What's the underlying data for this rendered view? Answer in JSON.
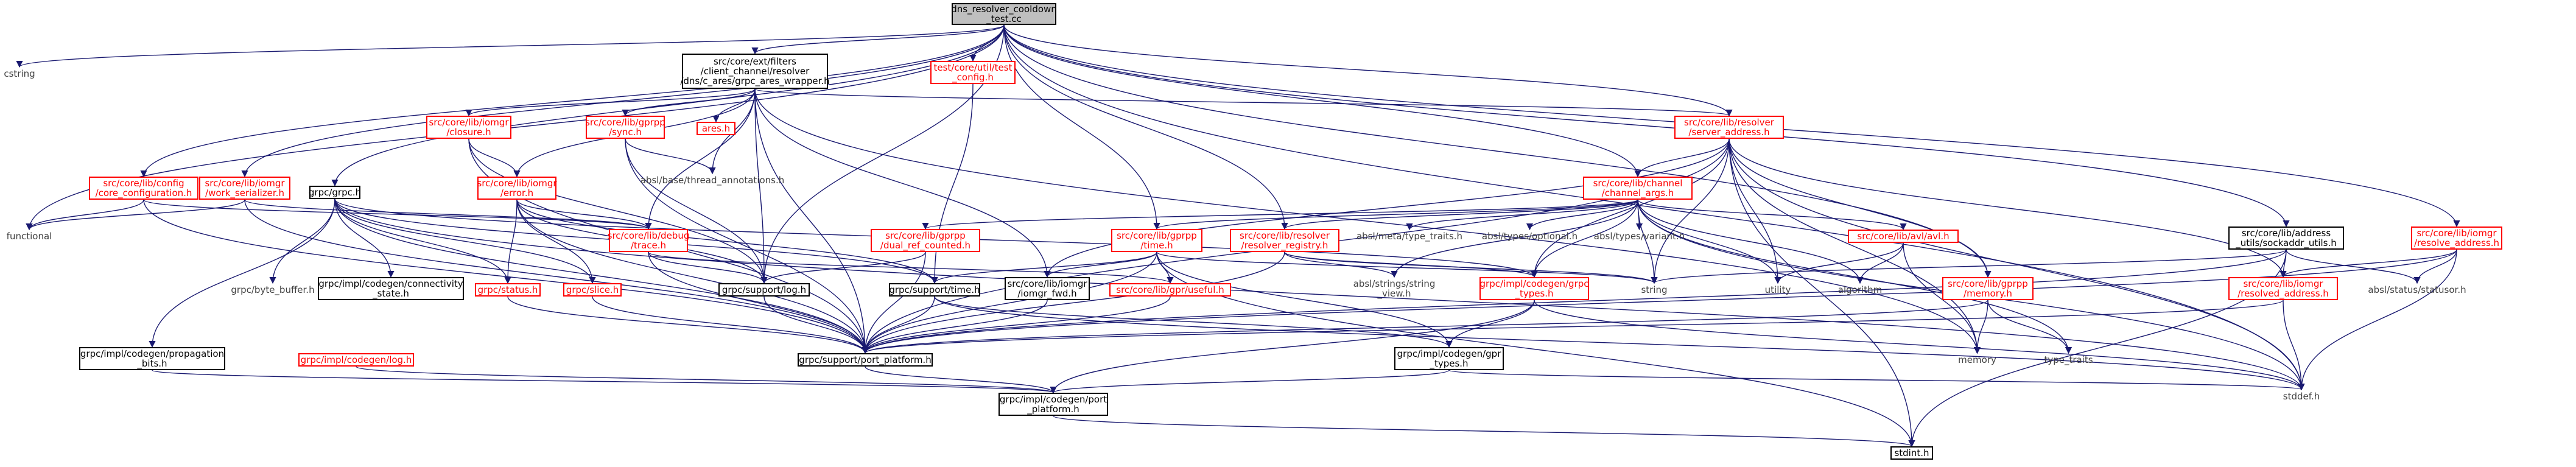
{
  "nodes": [
    {
      "id": "root",
      "label": "dns_resolver_cooldown\n_test.cc",
      "style": "root"
    },
    {
      "id": "cstring",
      "label": "cstring",
      "style": "plain"
    },
    {
      "id": "grpc_ares",
      "label": "src/core/ext/filters\n/client_channel/resolver\n/dns/c_ares/grpc_ares_wrapper.h",
      "style": "black"
    },
    {
      "id": "test_config",
      "label": "test/core/util/test\n_config.h",
      "style": "red"
    },
    {
      "id": "server_address",
      "label": "src/core/lib/resolver\n/server_address.h",
      "style": "red"
    },
    {
      "id": "grpc_h",
      "label": "grpc/grpc.h",
      "style": "black"
    },
    {
      "id": "closure",
      "label": "src/core/lib/iomgr\n/closure.h",
      "style": "red"
    },
    {
      "id": "sync",
      "label": "src/core/lib/gprpp\n/sync.h",
      "style": "red"
    },
    {
      "id": "ares_h",
      "label": "ares.h",
      "style": "red"
    },
    {
      "id": "thread_annotations",
      "label": "absl/base/thread_annotations.h",
      "style": "plain"
    },
    {
      "id": "channel_args",
      "label": "src/core/lib/channel\n/channel_args.h",
      "style": "red"
    },
    {
      "id": "core_configuration",
      "label": "src/core/lib/config\n/core_configuration.h",
      "style": "red"
    },
    {
      "id": "work_serializer",
      "label": "src/core/lib/iomgr\n/work_serializer.h",
      "style": "red"
    },
    {
      "id": "error_h",
      "label": "src/core/lib/iomgr\n/error.h",
      "style": "red"
    },
    {
      "id": "debug_trace",
      "label": "src/core/lib/debug\n/trace.h",
      "style": "red"
    },
    {
      "id": "functional",
      "label": "functional",
      "style": "plain"
    },
    {
      "id": "dual_ref",
      "label": "src/core/lib/gprpp\n/dual_ref_counted.h",
      "style": "red"
    },
    {
      "id": "gprpp_time",
      "label": "src/core/lib/gprpp\n/time.h",
      "style": "red"
    },
    {
      "id": "resolver_registry",
      "label": "src/core/lib/resolver\n/resolver_registry.h",
      "style": "red"
    },
    {
      "id": "meta_type_traits",
      "label": "absl/meta/type_traits.h",
      "style": "plain"
    },
    {
      "id": "types_optional",
      "label": "absl/types/optional.h",
      "style": "plain"
    },
    {
      "id": "types_variant",
      "label": "absl/types/variant.h",
      "style": "plain"
    },
    {
      "id": "avl",
      "label": "src/core/lib/avl/avl.h",
      "style": "red"
    },
    {
      "id": "sockaddr_utils",
      "label": "src/core/lib/address\n_utils/sockaddr_utils.h",
      "style": "black"
    },
    {
      "id": "resolve_address",
      "label": "src/core/lib/iomgr\n/resolve_address.h",
      "style": "red"
    },
    {
      "id": "byte_buffer",
      "label": "grpc/byte_buffer.h",
      "style": "plain"
    },
    {
      "id": "connectivity_state",
      "label": "grpc/impl/codegen/connectivity\n_state.h",
      "style": "black"
    },
    {
      "id": "status_h",
      "label": "grpc/status.h",
      "style": "red"
    },
    {
      "id": "slice_h",
      "label": "grpc/slice.h",
      "style": "red"
    },
    {
      "id": "support_log",
      "label": "grpc/support/log.h",
      "style": "black"
    },
    {
      "id": "support_time",
      "label": "grpc/support/time.h",
      "style": "black"
    },
    {
      "id": "iomgr_fwd",
      "label": "src/core/lib/iomgr\n/iomgr_fwd.h",
      "style": "black"
    },
    {
      "id": "useful",
      "label": "src/core/lib/gpr/useful.h",
      "style": "red"
    },
    {
      "id": "string_view",
      "label": "absl/strings/string\n_view.h",
      "style": "plain"
    },
    {
      "id": "grpc_types",
      "label": "grpc/impl/codegen/grpc\n_types.h",
      "style": "red"
    },
    {
      "id": "string",
      "label": "string",
      "style": "plain"
    },
    {
      "id": "utility",
      "label": "utility",
      "style": "plain"
    },
    {
      "id": "algorithm",
      "label": "algorithm",
      "style": "plain"
    },
    {
      "id": "gprpp_memory",
      "label": "src/core/lib/gprpp\n/memory.h",
      "style": "red"
    },
    {
      "id": "resolved_address",
      "label": "src/core/lib/iomgr\n/resolved_address.h",
      "style": "red"
    },
    {
      "id": "status_statusor",
      "label": "absl/status/statusor.h",
      "style": "plain"
    },
    {
      "id": "propagation_bits",
      "label": "grpc/impl/codegen/propagation\n_bits.h",
      "style": "black"
    },
    {
      "id": "codegen_log",
      "label": "grpc/impl/codegen/log.h",
      "style": "red"
    },
    {
      "id": "port_platform",
      "label": "grpc/support/port_platform.h",
      "style": "black"
    },
    {
      "id": "gpr_types",
      "label": "grpc/impl/codegen/gpr\n_types.h",
      "style": "black"
    },
    {
      "id": "memory",
      "label": "memory",
      "style": "plain"
    },
    {
      "id": "type_traits",
      "label": "type_traits",
      "style": "plain"
    },
    {
      "id": "stddef",
      "label": "stddef.h",
      "style": "plain"
    },
    {
      "id": "codegen_port_platform",
      "label": "grpc/impl/codegen/port\n_platform.h",
      "style": "black"
    },
    {
      "id": "stdint",
      "label": "stdint.h",
      "style": "black"
    }
  ],
  "edges": [
    [
      "root",
      "cstring"
    ],
    [
      "root",
      "grpc_ares"
    ],
    [
      "root",
      "test_config"
    ],
    [
      "root",
      "server_address"
    ],
    [
      "root",
      "grpc_h"
    ],
    [
      "root",
      "functional"
    ],
    [
      "root",
      "core_configuration"
    ],
    [
      "root",
      "work_serializer"
    ],
    [
      "root",
      "channel_args"
    ],
    [
      "root",
      "resolver_registry"
    ],
    [
      "root",
      "gprpp_time"
    ],
    [
      "root",
      "support_log"
    ],
    [
      "root",
      "sockaddr_utils"
    ],
    [
      "root",
      "resolve_address"
    ],
    [
      "root",
      "gprpp_memory"
    ],
    [
      "root",
      "stddef"
    ],
    [
      "grpc_ares",
      "closure"
    ],
    [
      "grpc_ares",
      "sync"
    ],
    [
      "grpc_ares",
      "ares_h"
    ],
    [
      "grpc_ares",
      "thread_annotations"
    ],
    [
      "grpc_ares",
      "server_address"
    ],
    [
      "grpc_ares",
      "debug_trace"
    ],
    [
      "grpc_ares",
      "support_log"
    ],
    [
      "grpc_ares",
      "port_platform"
    ],
    [
      "grpc_ares",
      "error_h"
    ],
    [
      "grpc_ares",
      "memory"
    ],
    [
      "grpc_ares",
      "iomgr_fwd"
    ],
    [
      "test_config",
      "support_time"
    ],
    [
      "server_address",
      "channel_args"
    ],
    [
      "server_address",
      "resolved_address"
    ],
    [
      "server_address",
      "string"
    ],
    [
      "server_address",
      "utility"
    ],
    [
      "server_address",
      "memory"
    ],
    [
      "server_address",
      "stddef"
    ],
    [
      "server_address",
      "stdint"
    ],
    [
      "server_address",
      "port_platform"
    ],
    [
      "server_address",
      "grpc_types"
    ],
    [
      "server_address",
      "gprpp_memory"
    ],
    [
      "server_address",
      "iomgr_fwd"
    ],
    [
      "closure",
      "error_h"
    ],
    [
      "closure",
      "support_log"
    ],
    [
      "closure",
      "port_platform"
    ],
    [
      "sync",
      "thread_annotations"
    ],
    [
      "sync",
      "support_log"
    ],
    [
      "sync",
      "port_platform"
    ],
    [
      "error_h",
      "debug_trace"
    ],
    [
      "error_h",
      "status_h"
    ],
    [
      "error_h",
      "slice_h"
    ],
    [
      "error_h",
      "support_log"
    ],
    [
      "error_h",
      "port_platform"
    ],
    [
      "error_h",
      "support_time"
    ],
    [
      "debug_trace",
      "support_log"
    ],
    [
      "debug_trace",
      "port_platform"
    ],
    [
      "debug_trace",
      "useful"
    ],
    [
      "channel_args",
      "dual_ref"
    ],
    [
      "channel_args",
      "gprpp_time"
    ],
    [
      "channel_args",
      "resolver_registry"
    ],
    [
      "channel_args",
      "meta_type_traits"
    ],
    [
      "channel_args",
      "types_optional"
    ],
    [
      "channel_args",
      "types_variant"
    ],
    [
      "channel_args",
      "avl"
    ],
    [
      "channel_args",
      "grpc_types"
    ],
    [
      "channel_args",
      "string"
    ],
    [
      "channel_args",
      "utility"
    ],
    [
      "channel_args",
      "stddef"
    ],
    [
      "channel_args",
      "type_traits"
    ],
    [
      "channel_args",
      "string_view"
    ],
    [
      "channel_args",
      "algorithm"
    ],
    [
      "core_configuration",
      "functional"
    ],
    [
      "core_configuration",
      "port_platform"
    ],
    [
      "core_configuration",
      "debug_trace"
    ],
    [
      "work_serializer",
      "functional"
    ],
    [
      "work_serializer",
      "debug_trace"
    ],
    [
      "work_serializer",
      "port_platform"
    ],
    [
      "dual_ref",
      "support_log"
    ],
    [
      "dual_ref",
      "port_platform"
    ],
    [
      "gprpp_time",
      "support_time"
    ],
    [
      "gprpp_time",
      "useful"
    ],
    [
      "gprpp_time",
      "port_platform"
    ],
    [
      "gprpp_time",
      "string"
    ],
    [
      "gprpp_time",
      "iomgr_fwd"
    ],
    [
      "gprpp_time",
      "gpr_types"
    ],
    [
      "gprpp_time",
      "stdint"
    ],
    [
      "resolver_registry",
      "string_view"
    ],
    [
      "resolver_registry",
      "string"
    ],
    [
      "resolver_registry",
      "port_platform"
    ],
    [
      "resolver_registry",
      "grpc_types"
    ],
    [
      "avl",
      "utility"
    ],
    [
      "avl",
      "memory"
    ],
    [
      "avl",
      "algorithm"
    ],
    [
      "sockaddr_utils",
      "string"
    ],
    [
      "sockaddr_utils",
      "resolved_address"
    ],
    [
      "sockaddr_utils",
      "status_statusor"
    ],
    [
      "sockaddr_utils",
      "port_platform"
    ],
    [
      "sockaddr_utils",
      "stdint"
    ],
    [
      "resolve_address",
      "resolved_address"
    ],
    [
      "resolve_address",
      "status_statusor"
    ],
    [
      "resolve_address",
      "port_platform"
    ],
    [
      "resolve_address",
      "stddef"
    ],
    [
      "grpc_h",
      "byte_buffer"
    ],
    [
      "grpc_h",
      "connectivity_state"
    ],
    [
      "grpc_h",
      "status_h"
    ],
    [
      "grpc_h",
      "slice_h"
    ],
    [
      "grpc_h",
      "propagation_bits"
    ],
    [
      "grpc_h",
      "port_platform"
    ],
    [
      "grpc_h",
      "support_time"
    ],
    [
      "grpc_h",
      "grpc_types"
    ],
    [
      "grpc_h",
      "stddef"
    ],
    [
      "status_h",
      "port_platform"
    ],
    [
      "slice_h",
      "port_platform"
    ],
    [
      "support_log",
      "port_platform"
    ],
    [
      "support_time",
      "port_platform"
    ],
    [
      "support_time",
      "gpr_types"
    ],
    [
      "support_time",
      "stddef"
    ],
    [
      "iomgr_fwd",
      "port_platform"
    ],
    [
      "useful",
      "port_platform"
    ],
    [
      "grpc_types",
      "gpr_types"
    ],
    [
      "grpc_types",
      "codegen_port_platform"
    ],
    [
      "grpc_types",
      "stddef"
    ],
    [
      "gprpp_memory",
      "memory"
    ],
    [
      "gprpp_memory",
      "type_traits"
    ],
    [
      "gprpp_memory",
      "port_platform"
    ],
    [
      "resolved_address",
      "port_platform"
    ],
    [
      "resolved_address",
      "stddef"
    ],
    [
      "propagation_bits",
      "codegen_port_platform"
    ],
    [
      "codegen_log",
      "codegen_port_platform"
    ],
    [
      "port_platform",
      "codegen_port_platform"
    ],
    [
      "gpr_types",
      "codegen_port_platform"
    ],
    [
      "gpr_types",
      "stddef"
    ],
    [
      "codegen_port_platform",
      "stdint"
    ]
  ],
  "colors": {
    "edge": "#191970",
    "red_border": "#ff0000",
    "black_border": "#000000",
    "grey_border": "#bfbfbf",
    "root_fill": "#bfbfbf"
  }
}
